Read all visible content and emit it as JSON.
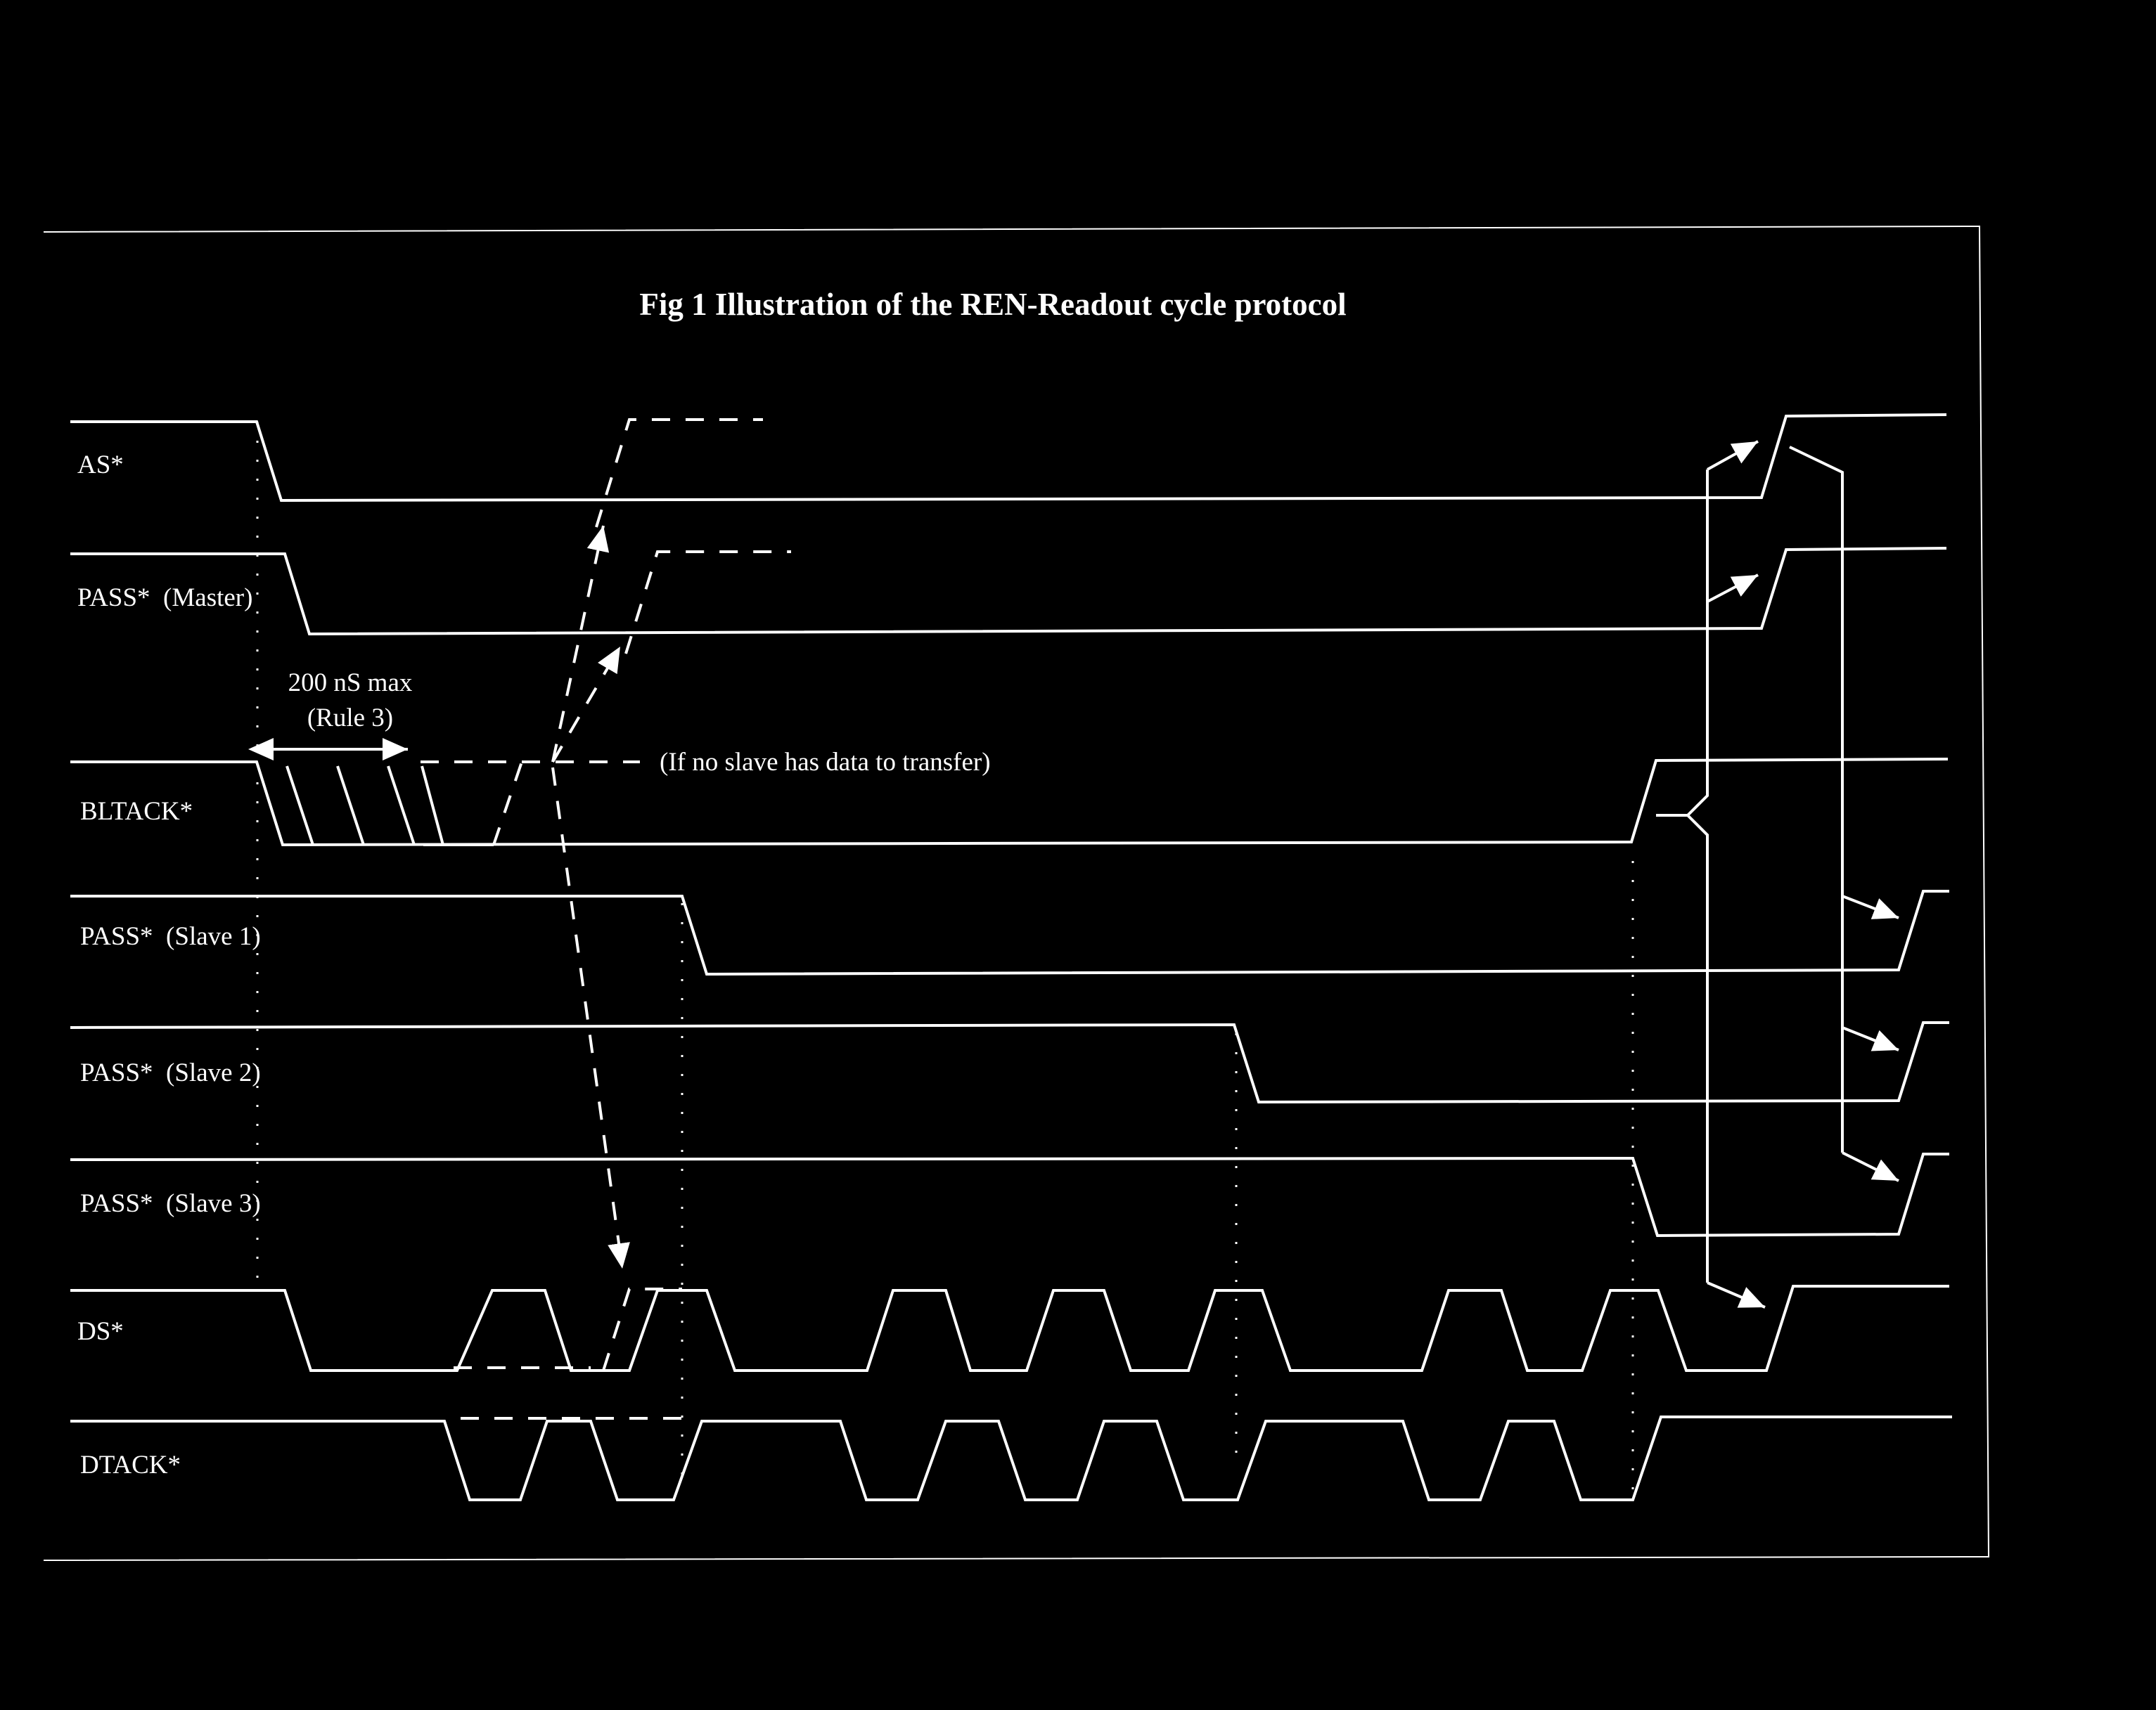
{
  "title": "Fig 1 Illustration of the REN-Readout cycle protocol",
  "colors": {
    "background": "#000000",
    "foreground": "#ffffff"
  },
  "signals": [
    {
      "id": "as",
      "label": "AS*"
    },
    {
      "id": "pass-master",
      "label": "PASS*  (Master)"
    },
    {
      "id": "bltack",
      "label": "BLTACK*"
    },
    {
      "id": "pass-slave-1",
      "label": "PASS*  (Slave 1)"
    },
    {
      "id": "pass-slave-2",
      "label": "PASS*  (Slave 2)"
    },
    {
      "id": "pass-slave-3",
      "label": "PASS*  (Slave 3)"
    },
    {
      "id": "ds",
      "label": "DS*"
    },
    {
      "id": "dtack",
      "label": "DTACK*"
    }
  ],
  "annotations": {
    "timing_value": "200 nS max",
    "timing_rule": "(Rule 3)",
    "no_slave_note": "(If no slave has data to transfer)"
  }
}
